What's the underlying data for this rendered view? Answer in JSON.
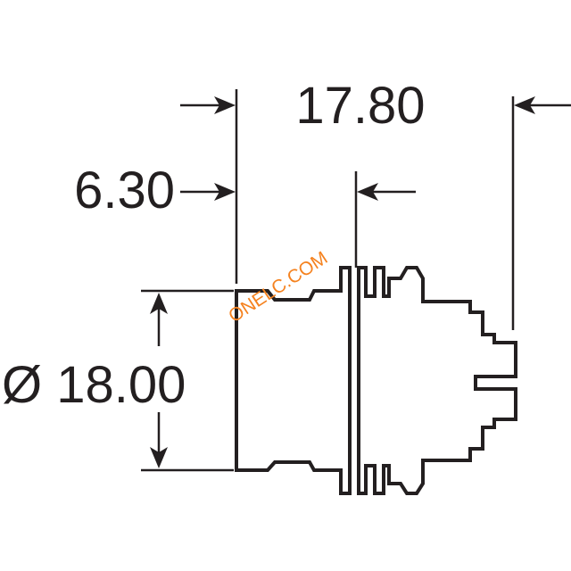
{
  "dimensions": {
    "overall_length": "17.80",
    "flange_offset": "6.30",
    "diameter": "Ø 18.00"
  },
  "watermark": "ONELC.COM",
  "colors": {
    "line": "#231f20",
    "watermark": "#f5821f",
    "background": "#ffffff"
  }
}
